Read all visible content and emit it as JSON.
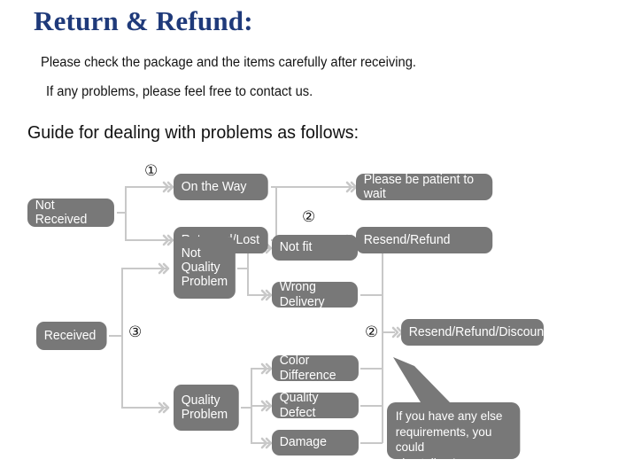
{
  "header": {
    "title": "Return & Refund:",
    "line1": "Please check the package and the items carefully after receiving.",
    "line2": "If any problems, please feel free to contact us.",
    "guide": "Guide for dealing with problems as follows:"
  },
  "colors": {
    "title": "#1f3a7a",
    "node_fill": "#787878",
    "node_text": "#ffffff",
    "connector": "#c8c8c8",
    "body_text": "#141414",
    "background": "#ffffff"
  },
  "flowchart": {
    "nodes": [
      {
        "id": "not-received",
        "label": "Not Received"
      },
      {
        "id": "on-the-way",
        "label": "On the Way"
      },
      {
        "id": "returned-lost",
        "label": "Returned/Lost"
      },
      {
        "id": "please-be-patient",
        "label": "Please be patient to wait"
      },
      {
        "id": "resend-refund",
        "label": "Resend/Refund"
      },
      {
        "id": "received",
        "label": "Received"
      },
      {
        "id": "not-quality-problem",
        "label": "Not\nQuality\nProblem"
      },
      {
        "id": "quality-problem",
        "label": "Quality\nProblem"
      },
      {
        "id": "not-fit",
        "label": "Not fit"
      },
      {
        "id": "wrong-delivery",
        "label": "Wrong Delivery"
      },
      {
        "id": "color-difference",
        "label": "Color Difference"
      },
      {
        "id": "quality-defect",
        "label": "Quality Defect"
      },
      {
        "id": "damage",
        "label": "Damage"
      },
      {
        "id": "resend-refund-discount",
        "label": "Resend/Refund/Discount"
      }
    ],
    "markers": [
      {
        "id": "marker-1",
        "label": "①"
      },
      {
        "id": "marker-2a",
        "label": "②"
      },
      {
        "id": "marker-3",
        "label": "③"
      },
      {
        "id": "marker-2b",
        "label": "②"
      }
    ],
    "callout": {
      "id": "callout-bubble",
      "label": "If you have any else\nrequirements, you could\nalso tell us!"
    }
  }
}
